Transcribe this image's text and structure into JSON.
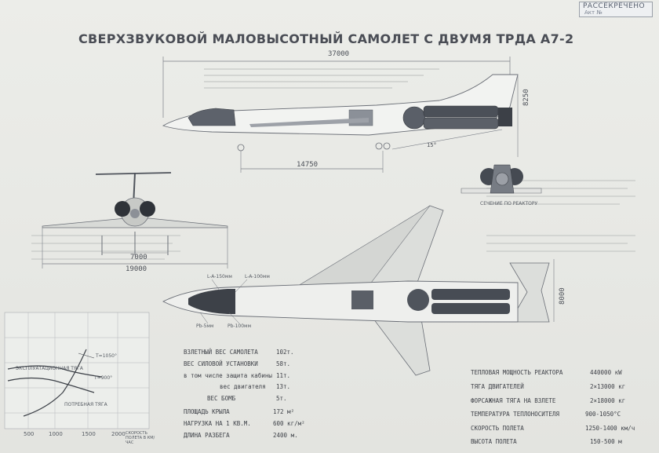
{
  "stamp": {
    "line1": "РАССЕКРЕЧЕНО",
    "line2": "Акт №"
  },
  "title": "СВЕРХЗВУКОВОЙ МАЛОВЫСОТНЫЙ САМОЛЕТ С ДВУМЯ ТРДА А7-2",
  "dimensions": {
    "length": "37000",
    "height": "8250",
    "wheelbase": "14750",
    "angle": "15°",
    "front_span": "19000",
    "front_track": "7000",
    "plan_width": "8000"
  },
  "labels": {
    "reactor_section": "СЕЧЕНИЕ ПО РЕАКТОРУ",
    "lead_1": "L-A-150мм",
    "lead_2": "L-A-100мм",
    "lead_3": "Pb-5мм",
    "lead_4": "Pb-100мм"
  },
  "specs_left": [
    {
      "label": "ВЗЛЕТНЫЙ ВЕС САМОЛЕТА",
      "value": "102т."
    },
    {
      "label": "ВЕС СИЛОВОЙ УСТАНОВКИ",
      "value": "58т."
    },
    {
      "label": "в том числе защита кабины",
      "value": "11т."
    },
    {
      "label": "вес двигателя",
      "value": "13т."
    },
    {
      "label": "ВЕС БОМБ",
      "value": "5т."
    },
    {
      "label": "ПЛОЩАДЬ КРЫЛА",
      "value": "172 м²"
    },
    {
      "label": "НАГРУЗКА НА 1 КВ.М.",
      "value": "600 кг/м²"
    },
    {
      "label": "ДЛИНА РАЗБЕГА",
      "value": "2400 м."
    }
  ],
  "specs_right": [
    {
      "label": "ТЕПЛОВАЯ МОЩНОСТЬ РЕАКТОРА",
      "value": "440000 кW"
    },
    {
      "label": "ТЯГА ДВИГАТЕЛЕЙ",
      "value": "2×13000 кг"
    },
    {
      "label": "ФОРСАЖНАЯ ТЯГА НА ВЗЛЕТЕ",
      "value": "2×18000 кг"
    },
    {
      "label": "ТЕМПЕРАТУРА ТЕПЛОНОСИТЕЛЯ",
      "value": "900-1050°С"
    },
    {
      "label": "СКОРОСТЬ ПОЛЕТА",
      "value": "1250-1400 км/ч"
    },
    {
      "label": "ВЫСОТА ПОЛЕТА",
      "value": "150-500 м"
    }
  ],
  "graph": {
    "ticks_x": [
      "500",
      "1000",
      "1500",
      "2000"
    ],
    "xlabel": "СКОРОСТЬ ПОЛЕТА В КМ/ЧАС",
    "label_a": "ЭКСПЛУАТАЦИОННАЯ ТЯГА",
    "label_b": "ПОТРЕБНАЯ ТЯГА",
    "label_c": "Т=1050°",
    "label_d": "Т=900°"
  }
}
